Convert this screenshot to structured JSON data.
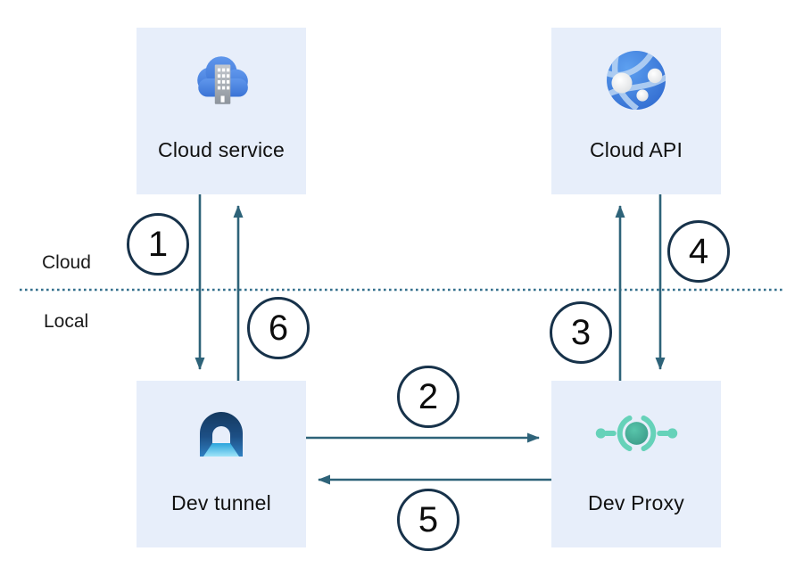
{
  "zones": {
    "cloud": "Cloud",
    "local": "Local"
  },
  "nodes": {
    "cloud_service": {
      "label": "Cloud service",
      "icon": "cloud-building-icon"
    },
    "cloud_api": {
      "label": "Cloud API",
      "icon": "globe-nodes-icon"
    },
    "dev_tunnel": {
      "label": "Dev tunnel",
      "icon": "tunnel-icon"
    },
    "dev_proxy": {
      "label": "Dev Proxy",
      "icon": "proxy-ring-icon"
    }
  },
  "steps": {
    "s1": "1",
    "s2": "2",
    "s3": "3",
    "s4": "4",
    "s5": "5",
    "s6": "6"
  },
  "connections": [
    {
      "step": "1",
      "from": "cloud_service",
      "to": "dev_tunnel",
      "direction": "down"
    },
    {
      "step": "2",
      "from": "dev_tunnel",
      "to": "dev_proxy",
      "direction": "right"
    },
    {
      "step": "3",
      "from": "dev_proxy",
      "to": "cloud_api",
      "direction": "up"
    },
    {
      "step": "4",
      "from": "cloud_api",
      "to": "dev_proxy",
      "direction": "down"
    },
    {
      "step": "5",
      "from": "dev_proxy",
      "to": "dev_tunnel",
      "direction": "left"
    },
    {
      "step": "6",
      "from": "dev_tunnel",
      "to": "cloud_service",
      "direction": "up"
    }
  ],
  "colors": {
    "node_background": "#e7eefa",
    "arrow": "#2e6379",
    "step_circle_border": "#17324a",
    "divider_dotted": "#34708d",
    "label_text": "#111111",
    "cloud_blue": "#4a86e0",
    "building_gray": "#9aa0a8",
    "api_sphere_blue": "#2f6ad0",
    "tunnel_dark_blue": "#14395f",
    "tunnel_light_blue": "#9fe4f8",
    "proxy_teal": "#66d2b9",
    "proxy_teal_dark": "#338f7f"
  }
}
